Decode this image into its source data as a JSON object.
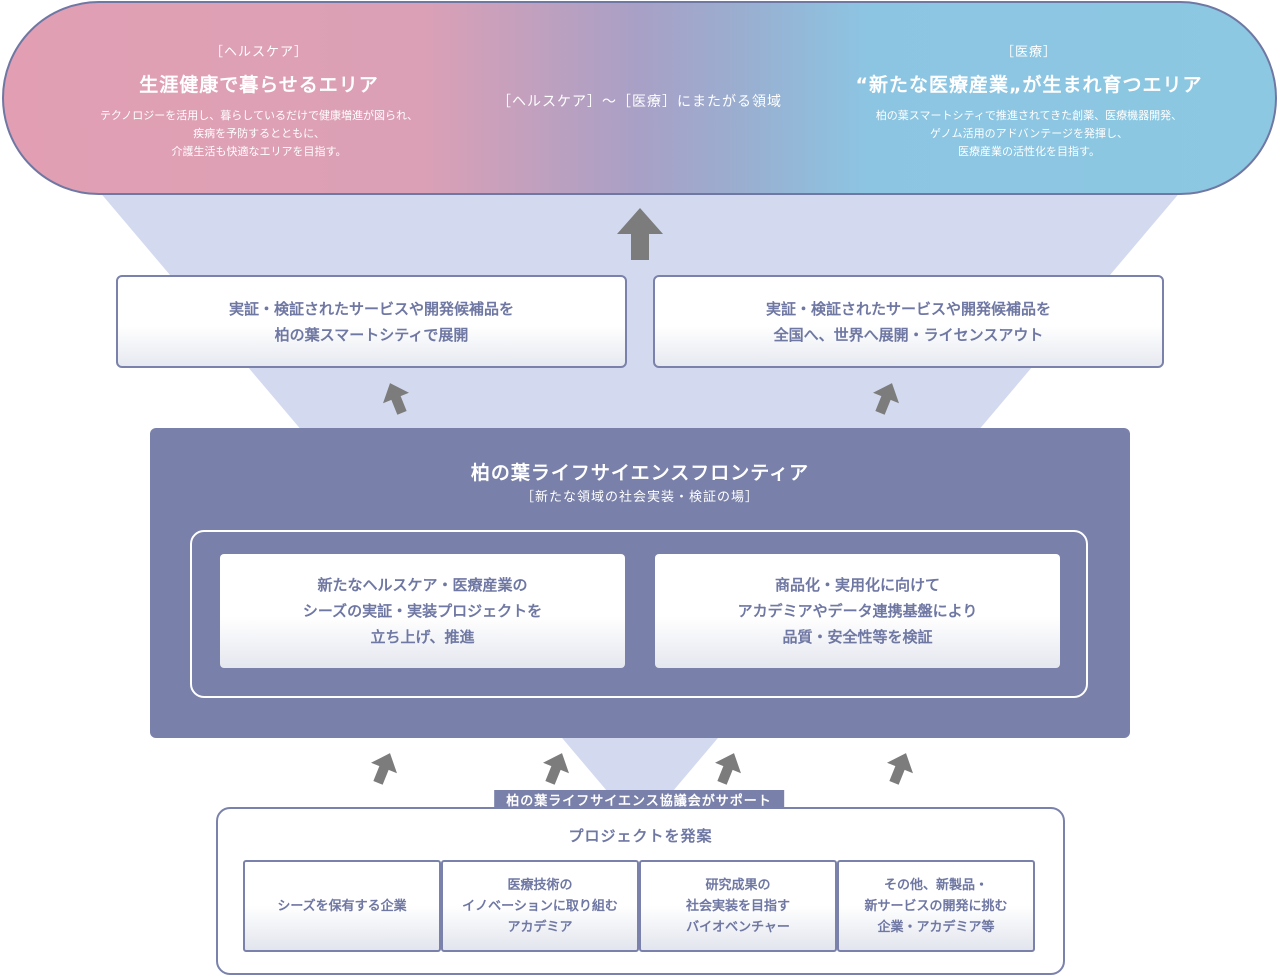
{
  "colors": {
    "accent": "#7980aa",
    "text": "#6f77a3",
    "pink": "#e29fb3",
    "blue": "#8cc8e2",
    "funnel": "#d3daef",
    "arrow": "#7c7c7c"
  },
  "top": {
    "left": {
      "tag": "［ヘルスケア］",
      "title": "生涯健康で暮らせるエリア",
      "desc": [
        "テクノロジーを活用し、暮らしているだけで健康増進が図られ、",
        "疾病を予防するとともに、",
        "介護生活も快適なエリアを目指す。"
      ]
    },
    "middle": "［ヘルスケア］〜［医療］にまたがる領域",
    "right": {
      "tag": "［医療］",
      "title": "“新たな医療産業„が生まれ育つエリア",
      "desc": [
        "柏の葉スマートシティで推進されてきた創薬、医療機器開発、",
        "ゲノム活用のアドバンテージを発揮し、",
        "医療産業の活性化を目指す。"
      ]
    }
  },
  "deploy": {
    "left": [
      "実証・検証されたサービスや開発候補品を",
      "柏の葉スマートシティで展開"
    ],
    "right": [
      "実証・検証されたサービスや開発候補品を",
      "全国へ、世界へ展開・ライセンスアウト"
    ]
  },
  "frontier": {
    "title": "柏の葉ライフサイエンスフロンティア",
    "subtitle": "［新たな領域の社会実装・検証の場］",
    "left_box": [
      "新たなヘルスケア・医療産業の",
      "シーズの実証・実装プロジェクトを",
      "立ち上げ、推進"
    ],
    "right_box": [
      "商品化・実用化に向けて",
      "アカデミアやデータ連携基盤により",
      "品質・安全性等を検証"
    ],
    "support": "柏の葉ライフサイエンス協議会がサポート"
  },
  "bottom": {
    "title": "プロジェクトを発案",
    "seeds": [
      [
        "シーズを保有する企業"
      ],
      [
        "医療技術の",
        "イノベーションに取り組む",
        "アカデミア"
      ],
      [
        "研究成果の",
        "社会実装を目指す",
        "バイオベンチャー"
      ],
      [
        "その他、新製品・",
        "新サービスの開発に挑む",
        "企業・アカデミア等"
      ]
    ]
  }
}
